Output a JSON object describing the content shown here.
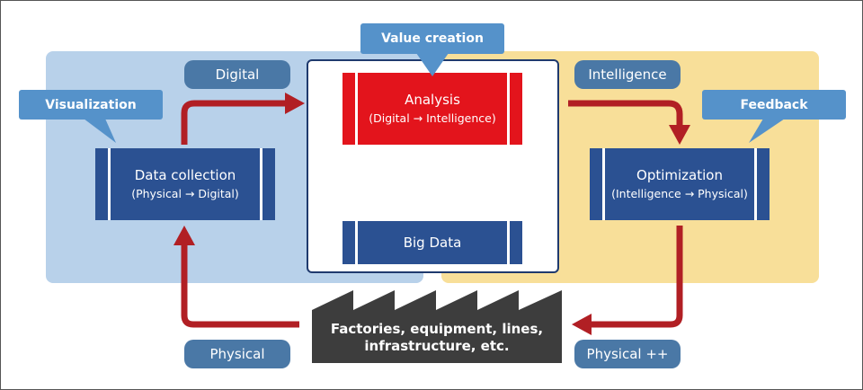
{
  "labels": {
    "digital": "Digital",
    "intelligence": "Intelligence",
    "physical": "Physical",
    "physical_plus": "Physical ++"
  },
  "callouts": {
    "visualization": "Visualization",
    "value_creation": "Value creation",
    "feedback": "Feedback"
  },
  "blocks": {
    "data_collection": {
      "title": "Data collection",
      "sub": "(Physical → Digital)"
    },
    "analysis": {
      "title": "Analysis",
      "sub": "(Digital → Intelligence)"
    },
    "big_data": {
      "title": "Big Data"
    },
    "optimization": {
      "title": "Optimization",
      "sub": "(Intelligence → Physical)"
    }
  },
  "factory": {
    "line1": "Factories, equipment, lines,",
    "line2": "infrastructure, etc."
  },
  "colors": {
    "left_panel": "#b8d1ea",
    "right_panel": "#f8df99",
    "navy_block": "#2b5192",
    "red_block": "#e3141c",
    "arrow": "#b11f24",
    "factory": "#3d3d3d",
    "pill": "#4a78a6",
    "callout": "#5592ca"
  }
}
